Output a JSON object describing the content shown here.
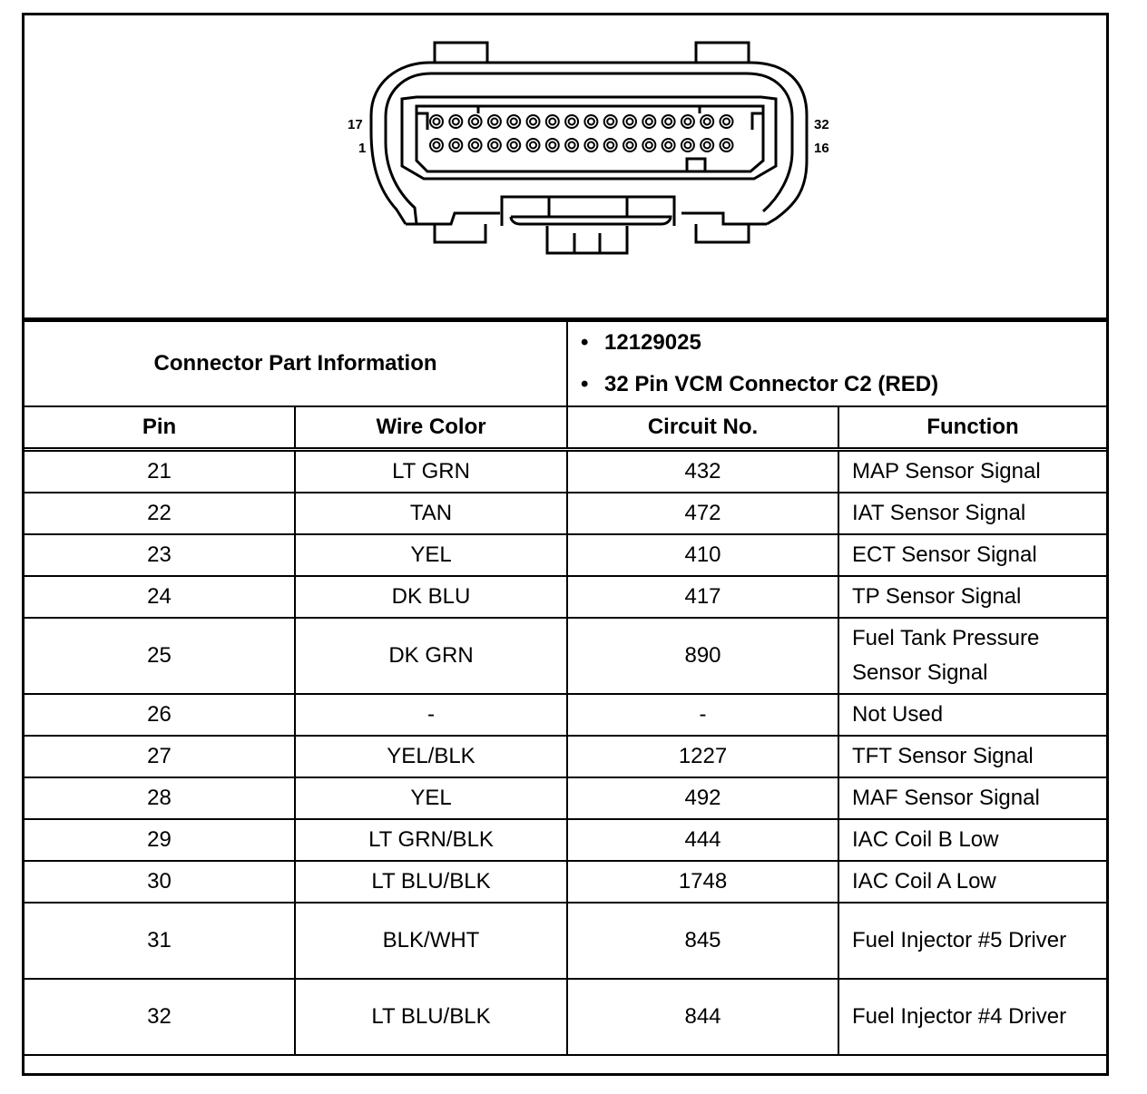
{
  "connector_pin_labels": {
    "top_left": "17",
    "bottom_left": "1",
    "top_right": "32",
    "bottom_right": "16"
  },
  "connector_info": {
    "label": "Connector Part Information",
    "bullet": "•",
    "details": [
      "12129025",
      "32 Pin VCM Connector C2 (RED)"
    ]
  },
  "columns": [
    "Pin",
    "Wire Color",
    "Circuit No.",
    "Function"
  ],
  "rows": [
    {
      "pin": "21",
      "wire": "LT GRN",
      "circuit": "432",
      "function": "MAP Sensor Signal"
    },
    {
      "pin": "22",
      "wire": "TAN",
      "circuit": "472",
      "function": "IAT Sensor Signal"
    },
    {
      "pin": "23",
      "wire": "YEL",
      "circuit": "410",
      "function": "ECT Sensor Signal"
    },
    {
      "pin": "24",
      "wire": "DK BLU",
      "circuit": "417",
      "function": "TP Sensor Signal"
    },
    {
      "pin": "25",
      "wire": "DK GRN",
      "circuit": "890",
      "function": "Fuel Tank Pressure Sensor Signal"
    },
    {
      "pin": "26",
      "wire": "-",
      "circuit": "-",
      "function": "Not Used"
    },
    {
      "pin": "27",
      "wire": "YEL/BLK",
      "circuit": "1227",
      "function": "TFT Sensor Signal"
    },
    {
      "pin": "28",
      "wire": "YEL",
      "circuit": "492",
      "function": "MAF Sensor Signal"
    },
    {
      "pin": "29",
      "wire": "LT GRN/BLK",
      "circuit": "444",
      "function": "IAC Coil B Low"
    },
    {
      "pin": "30",
      "wire": "LT BLU/BLK",
      "circuit": "1748",
      "function": "IAC Coil A Low"
    },
    {
      "pin": "31",
      "wire": "BLK/WHT",
      "circuit": "845",
      "function": "Fuel Injector #5 Driver"
    },
    {
      "pin": "32",
      "wire": "LT BLU/BLK",
      "circuit": "844",
      "function": "Fuel Injector #4 Driver"
    }
  ]
}
